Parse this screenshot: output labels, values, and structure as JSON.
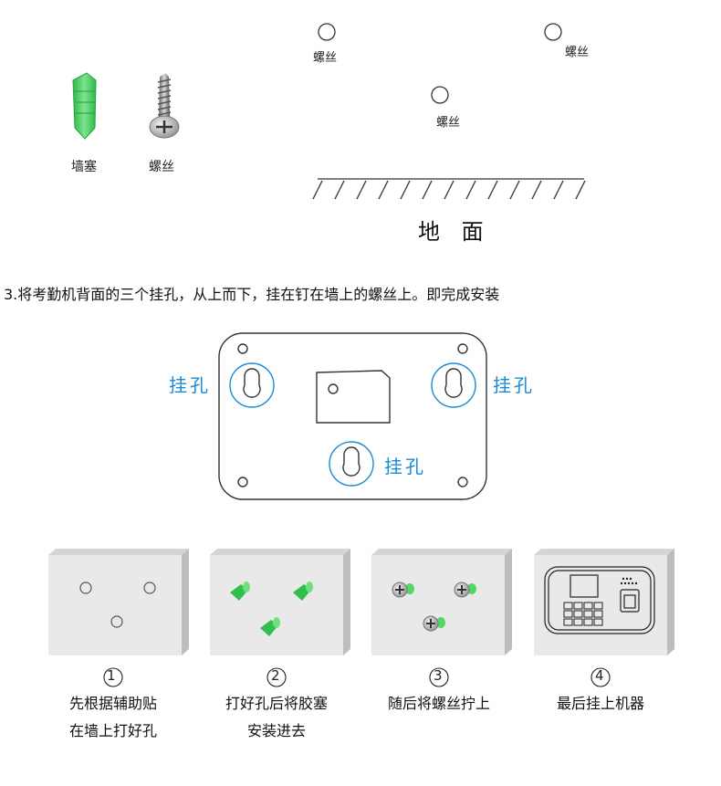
{
  "parts": {
    "anchor_label": "墙塞",
    "screw_label": "螺丝"
  },
  "wall_diagram": {
    "screw_labels": [
      "螺丝",
      "螺丝",
      "螺丝"
    ],
    "ground_label": "地 面"
  },
  "step3_text": "3.将考勤机背面的三个挂孔，从上而下，挂在钉在墙上的螺丝上。即完成安装",
  "back_panel": {
    "hole_labels": [
      "挂孔",
      "挂孔",
      "挂孔"
    ],
    "accent_color": "#1a8bd6"
  },
  "steps": [
    {
      "number": "①",
      "line1": "先根据辅助贴",
      "line2": "在墙上打好孔"
    },
    {
      "number": "②",
      "line1": "打好孔后将胶塞",
      "line2": "安装进去"
    },
    {
      "number": "③",
      "line1": "随后将螺丝拧上",
      "line2": ""
    },
    {
      "number": "④",
      "line1": "最后挂上机器",
      "line2": ""
    }
  ],
  "colors": {
    "anchor_green": "#3ecf5a",
    "panel_gray": "#e6e6e6"
  }
}
